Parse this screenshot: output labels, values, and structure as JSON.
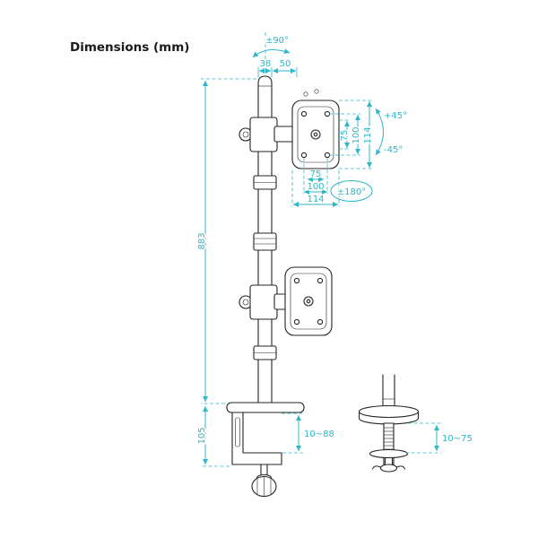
{
  "title": "Dimensions (mm)",
  "colors": {
    "dimension_accent": "#2eb6c9",
    "product_line": "#242424",
    "background": "#ffffff"
  },
  "labels": {
    "swivel_top": "±90°",
    "pole_diameter": "38",
    "bracket_width": "50",
    "tilt_up": "+45°",
    "tilt_down": "-45°",
    "vesa_height_inner": "75",
    "vesa_height_outer": "100",
    "plate_height": "114",
    "vesa_width_inner": "75",
    "vesa_width_outer": "100",
    "plate_width": "114",
    "rotation_range": "±180°",
    "pole_height": "883",
    "clamp_height": "105",
    "clamp_grip_range": "10~88",
    "grommet_grip_range": "10~75"
  }
}
